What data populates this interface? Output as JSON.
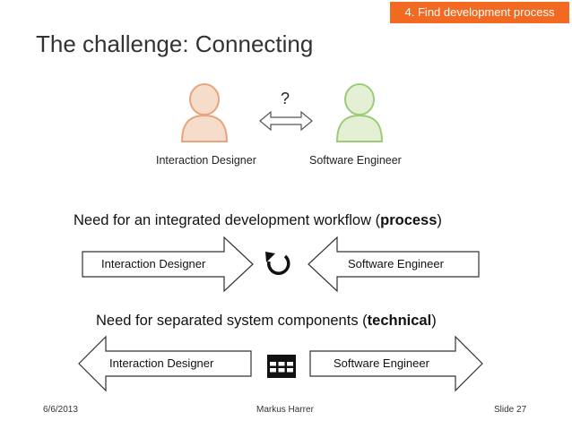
{
  "header": {
    "section_tag": "4. Find development process",
    "title": "The challenge: Connecting"
  },
  "top_diagram": {
    "question_mark": "?",
    "left_person_label": "Interaction Designer",
    "right_person_label": "Software Engineer",
    "left_person_color": "#e8a47c",
    "right_person_color": "#9ccc78"
  },
  "process_section": {
    "heading_prefix": "Need for an integrated development workflow (",
    "heading_bold": "process",
    "heading_suffix": ")",
    "left_arrow_label": "Interaction Designer",
    "right_arrow_label": "Software Engineer",
    "center_icon": "refresh-icon"
  },
  "technical_section": {
    "heading_prefix": "Need for separated system components (",
    "heading_bold": "technical",
    "heading_suffix": ")",
    "left_arrow_label": "Interaction Designer",
    "right_arrow_label": "Software Engineer",
    "center_icon": "table-grid-icon"
  },
  "footer": {
    "date": "6/6/2013",
    "author": "Markus Harrer",
    "slide_number": "Slide 27"
  }
}
